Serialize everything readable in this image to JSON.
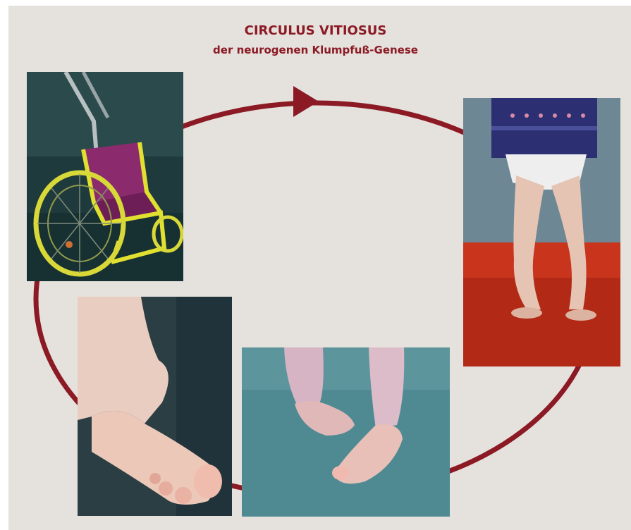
{
  "title": "CIRCULUS VITIOSUS",
  "subtitle": "der neurogenen Klumpfuß-Genese",
  "colors": {
    "accent": "#8b1a24",
    "background": "#e5e1dd",
    "page": "#ffffff"
  },
  "photos": [
    {
      "id": "wheelchair",
      "subject": "child wheelchair"
    },
    {
      "id": "legs",
      "subject": "standing child legs"
    },
    {
      "id": "foot",
      "subject": "clubfoot close-up"
    },
    {
      "id": "feet",
      "subject": "feet on floor"
    }
  ]
}
